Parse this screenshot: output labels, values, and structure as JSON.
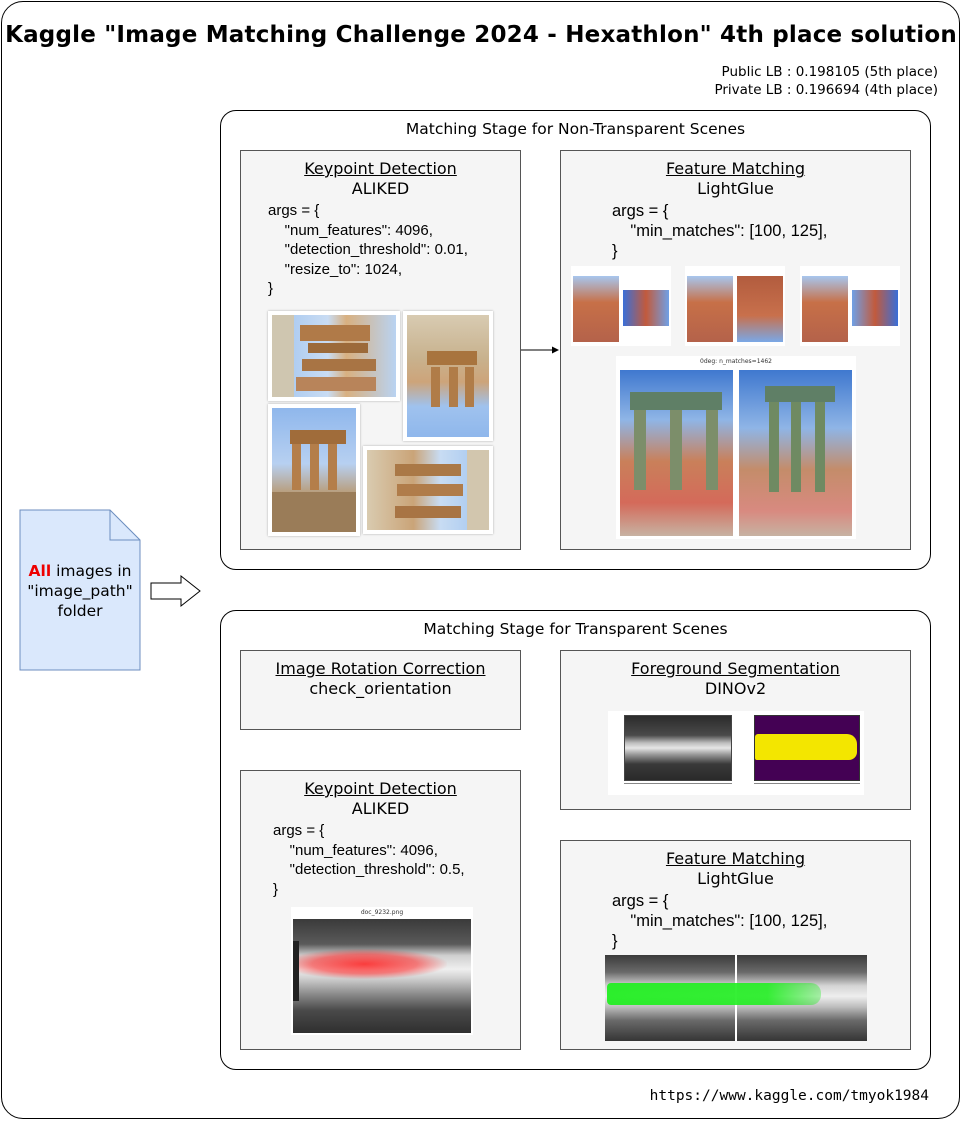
{
  "title": "Kaggle \"Image Matching Challenge 2024 - Hexathlon\" 4th place solution",
  "scores": {
    "public": "Public LB : 0.198105 (5th place)",
    "private": "Private LB : 0.196694 (4th place)"
  },
  "input_doc": {
    "highlight": "All",
    "line1_rest": " images in",
    "line2": "\"image_path\"",
    "line3": "folder"
  },
  "stage1": {
    "title": "Matching Stage for Non-Transparent Scenes",
    "keypoint": {
      "heading": "Keypoint Detection",
      "model": "ALIKED",
      "args": "args = {\n    \"num_features\": 4096,\n    \"detection_threshold\": 0.01,\n    \"resize_to\": 1024,\n}"
    },
    "matching": {
      "heading": "Feature Matching",
      "model": "LightGlue",
      "args": "args = {\n    \"min_matches\": [100, 125],\n}",
      "match_caption": "0deg: n_matches=1462"
    }
  },
  "stage2": {
    "title": "Matching Stage for Transparent Scenes",
    "rotation": {
      "heading": "Image Rotation Correction",
      "model": "check_orientation"
    },
    "segmentation": {
      "heading": "Foreground Segmentation",
      "model": "DINOv2"
    },
    "keypoint": {
      "heading": "Keypoint Detection",
      "model": "ALIKED",
      "args": "args = {\n    \"num_features\": 4096,\n    \"detection_threshold\": 0.5,\n}",
      "image_caption": "doc_9232.png"
    },
    "matching": {
      "heading": "Feature Matching",
      "model": "LightGlue",
      "args": "args = {\n    \"min_matches\": [100, 125],\n}"
    }
  },
  "footer_url": "https://www.kaggle.com/tmyok1984",
  "colors": {
    "doc_fill": "#dae8fc",
    "doc_stroke": "#6c8ebf",
    "box_fill": "#f5f5f5",
    "highlight": "#ee0000",
    "mask_yellow": "#f3e600",
    "mask_purple": "#440154",
    "keypoint_red": "#ff2020",
    "match_green": "#22ee22"
  }
}
